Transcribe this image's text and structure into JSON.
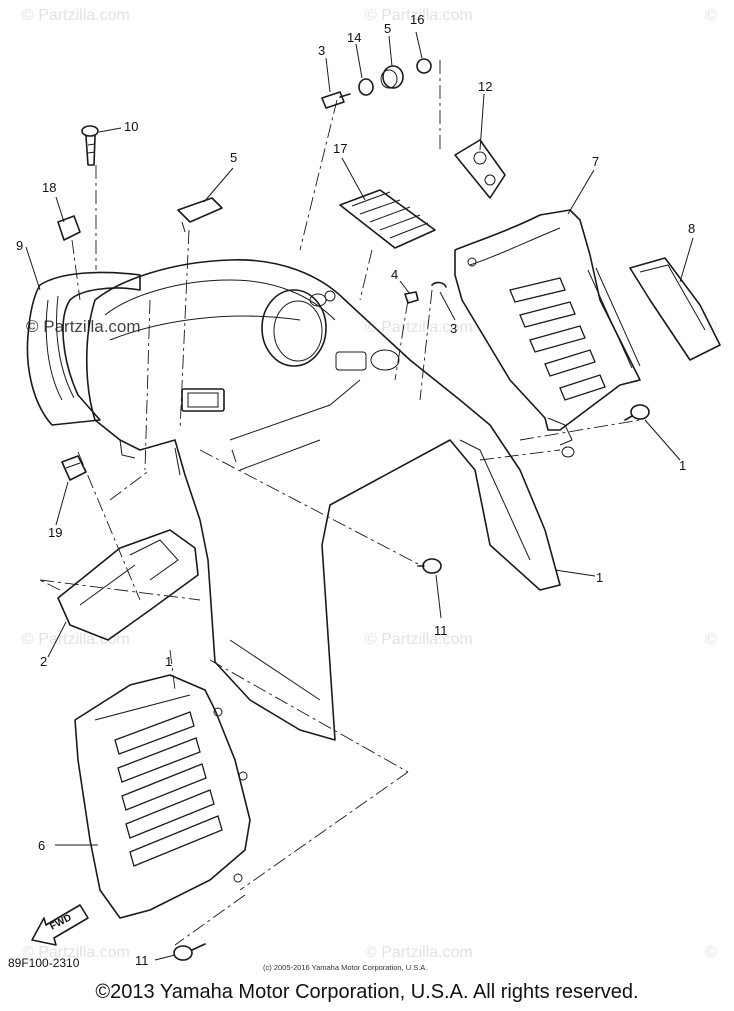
{
  "watermarks": {
    "faint": "© Partzilla.com",
    "strong": "© Partzilla.com"
  },
  "callouts": {
    "c1a": "1",
    "c1b": "1",
    "c1c": "1",
    "c2": "2",
    "c3a": "3",
    "c3b": "3",
    "c4": "4",
    "c5a": "5",
    "c5b": "5",
    "c6": "6",
    "c7": "7",
    "c8": "8",
    "c9": "9",
    "c10": "10",
    "c11a": "11",
    "c11b": "11",
    "c12": "12",
    "c14": "14",
    "c16": "16",
    "c17": "17",
    "c18": "18",
    "c19": "19"
  },
  "fwd_label": "FWD",
  "diagram_code": "89F100-2310",
  "small_notice": "(c) 2005-2016 Yamaha Motor Corporation, U.S.A.",
  "copyright": "©2013 Yamaha Motor Corporation, U.S.A. All rights reserved."
}
